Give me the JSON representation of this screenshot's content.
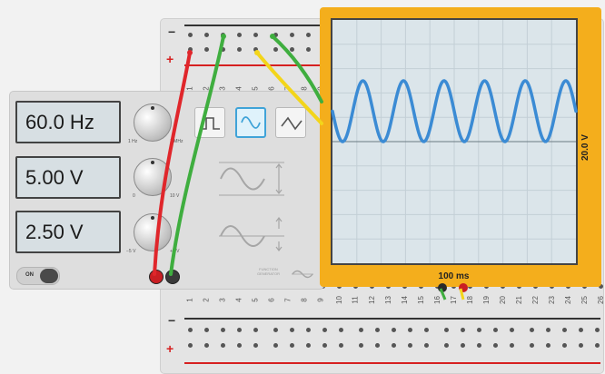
{
  "breadboard": {
    "rail_minus": "−",
    "rail_plus": "+",
    "top_columns": [
      "1",
      "2",
      "3",
      "4",
      "5",
      "6",
      "7",
      "8",
      "9"
    ],
    "bottom_columns": [
      "1",
      "2",
      "3",
      "4",
      "5",
      "6",
      "7",
      "8",
      "9",
      "10",
      "11",
      "12",
      "13",
      "14",
      "15",
      "16",
      "17",
      "18",
      "19",
      "20",
      "21",
      "22",
      "23",
      "24",
      "25",
      "26"
    ]
  },
  "function_generator": {
    "displays": {
      "frequency": "60.0 Hz",
      "amplitude": "5.00 V",
      "dc_offset": "2.50 V"
    },
    "knob_labels": {
      "freq_min": "1 Hz",
      "freq_max": "1 MHz",
      "amp_min": "0",
      "amp_max": "10 V",
      "offset_min": "−5 V",
      "offset_max": "+5 V"
    },
    "waveforms": [
      "square",
      "sine",
      "triangle"
    ],
    "selected_waveform": "sine",
    "power_switch_label": "ON",
    "brand": [
      "FUNCTION",
      "GENERATOR"
    ]
  },
  "oscilloscope": {
    "time_per_div": "100 ms",
    "volts_per_div": "20.0 V",
    "signal": {
      "cycles": 6,
      "amplitude_fraction": 0.25,
      "center_fraction": 0.375
    }
  },
  "colors": {
    "red_wire": "#e0262b",
    "green_wire": "#3fae3f",
    "yellow_wire": "#f3d51a",
    "trace": "#3b8bd4",
    "scope_frame": "#f4ae1c",
    "active_button": "#3fa3d8"
  }
}
